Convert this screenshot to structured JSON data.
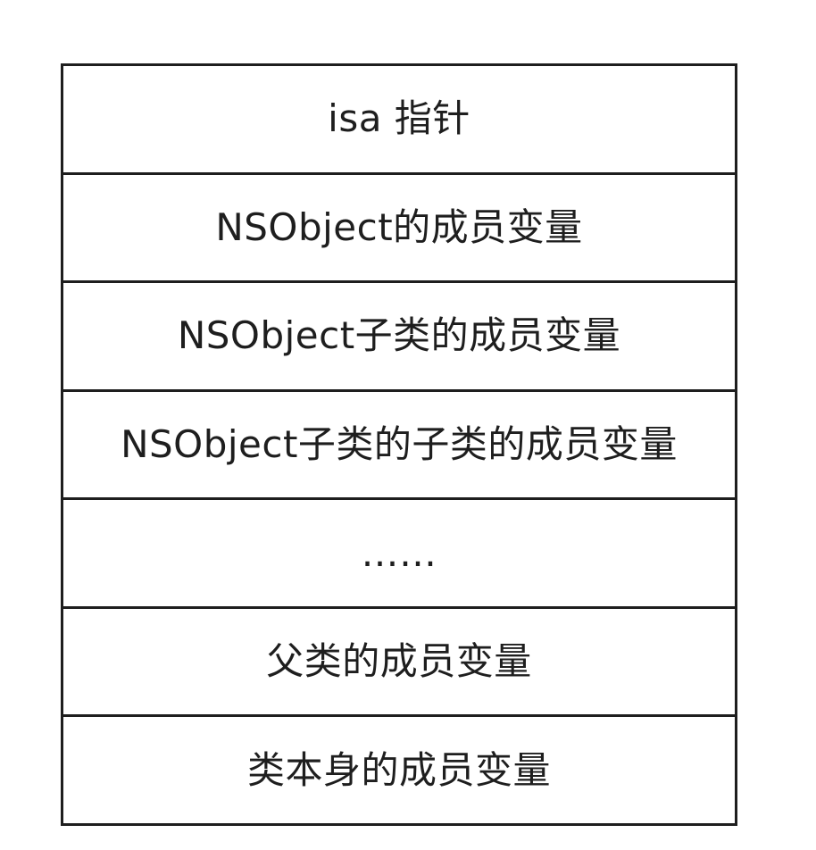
{
  "diagram": {
    "rows": [
      "isa 指针",
      "NSObject的成员变量",
      "NSObject子类的成员变量",
      "NSObject子类的子类的成员变量",
      "……",
      "父类的成员变量",
      "类本身的成员变量"
    ]
  }
}
